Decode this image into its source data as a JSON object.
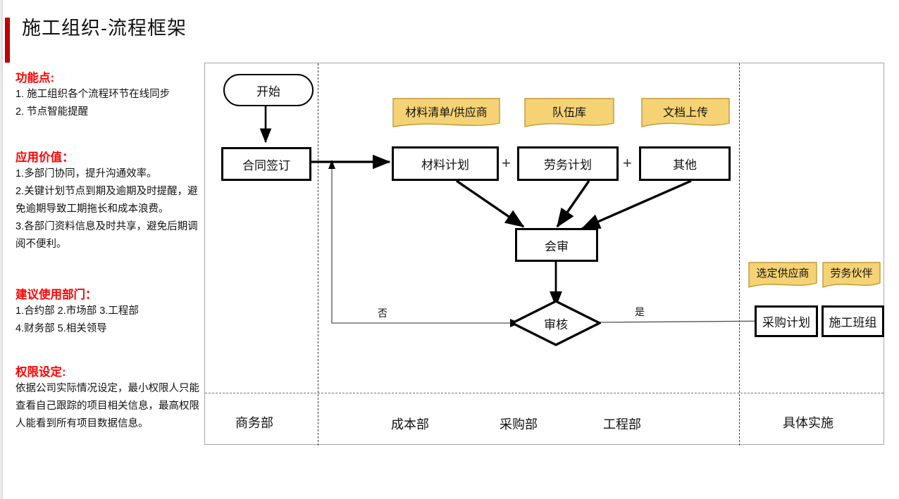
{
  "header": {
    "title": "施工组织-流程框架",
    "accent_color": "#C00000"
  },
  "sidebar": {
    "heading_color": "#FF0000",
    "sections": [
      {
        "heading": "功能点:",
        "lines": [
          "1. 施工组织各个流程环节在线同步",
          "2. 节点智能提醒"
        ]
      },
      {
        "heading": "应用价值：",
        "lines": [
          "1.多部门协同，提升沟通效率。",
          "2.关键计划节点到期及逾期及时提醒，避",
          "免逾期导致工期拖长和成本浪费。",
          "3.各部门资料信息及时共享，避免后期调",
          "阅不便利。"
        ]
      },
      {
        "heading": "建议使用部门：",
        "lines": [
          "1.合约部 2.市场部 3.工程部",
          "4.财务部 5.相关领导"
        ]
      },
      {
        "heading": "权限设定:",
        "lines": [
          "依据公司实际情况设定，最小权限人只能",
          "查看自己跟踪的项目相关信息，最高权限",
          "人能看到所有项目数据信息。"
        ]
      }
    ]
  },
  "diagram": {
    "note_fill": "#F5D273",
    "note_stroke": "#C09A38",
    "nodes": {
      "start": "开始",
      "contract": "合同签订",
      "material_plan": "材料计划",
      "labor_plan": "劳务计划",
      "other": "其他",
      "joint_review": "会审",
      "approval": "审核",
      "purchase_plan": "采购计划",
      "work_team": "施工班组"
    },
    "notes": {
      "material_list": "材料清单/供应商",
      "team_pool": "队伍库",
      "doc_upload": "文档上传",
      "chosen_supplier": "选定供应商",
      "labor_partner": "劳务伙伴"
    },
    "operators": {
      "plus_1": "+",
      "plus_2": "+"
    },
    "edge_labels": {
      "no": "否",
      "yes": "是"
    },
    "lanes": [
      "商务部",
      "成本部",
      "采购部",
      "工程部",
      "具体实施"
    ]
  }
}
